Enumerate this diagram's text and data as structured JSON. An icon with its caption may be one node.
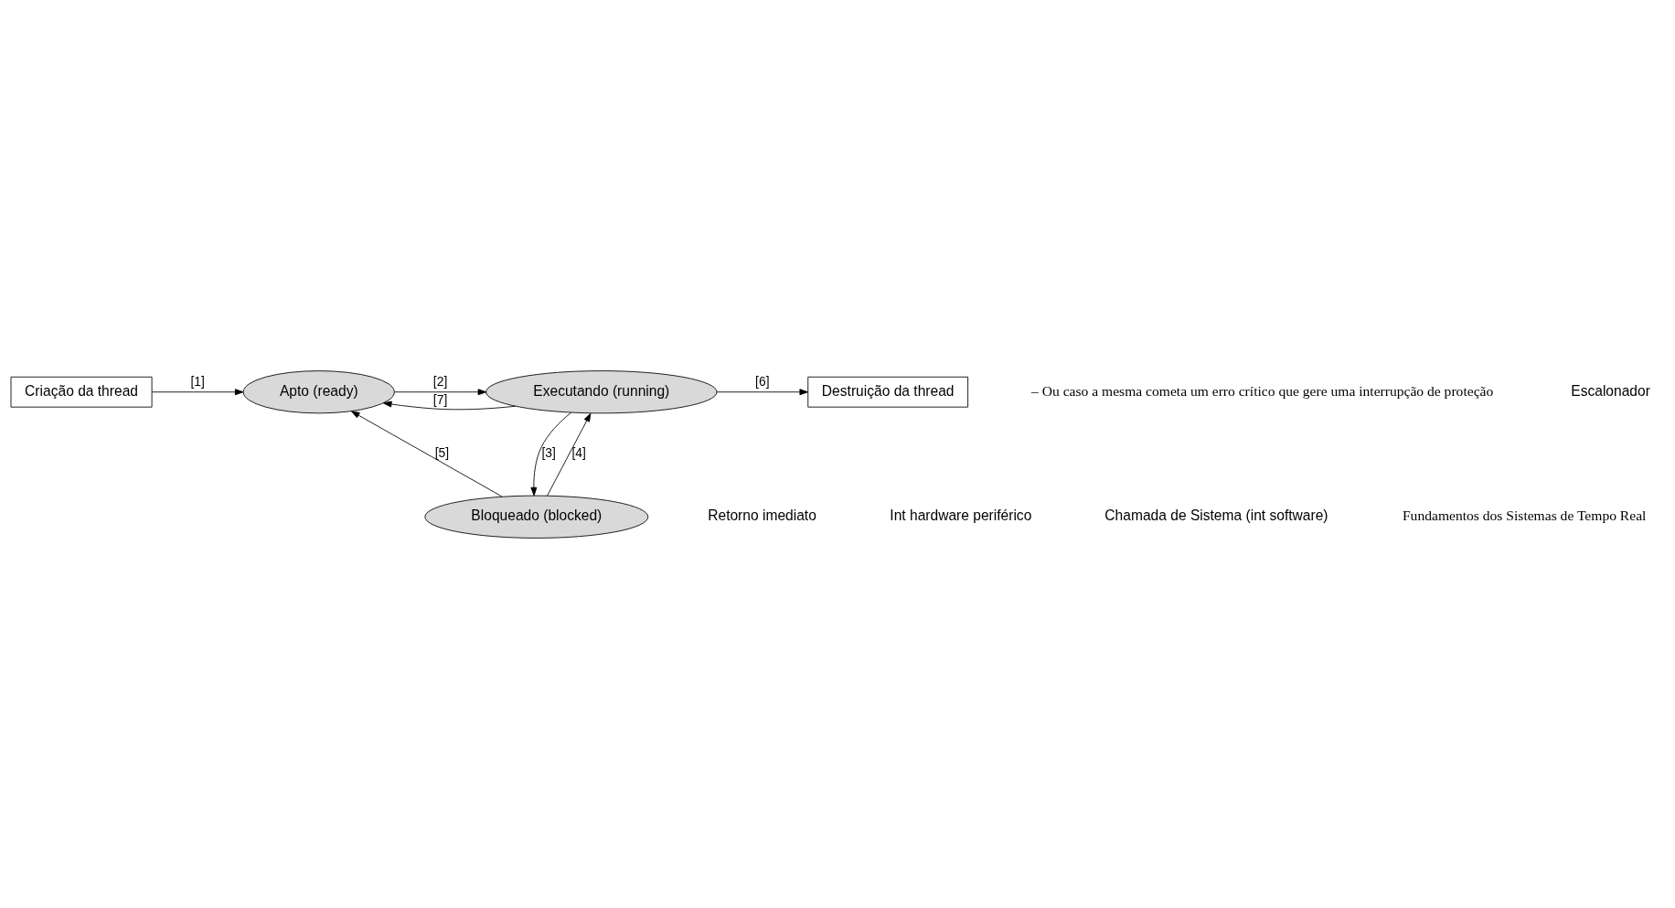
{
  "diagram": {
    "nodes": [
      {
        "text": [
          "Criação da thread"
        ]
      },
      {
        "text": [
          "Apto (ready)"
        ]
      },
      {
        "text": [
          "Executando (running)"
        ]
      },
      {
        "text": [
          "Destruição da thread"
        ]
      },
      {
        "text": [
          "Bloqueado (blocked)"
        ]
      }
    ],
    "edges": [
      {
        "from": 0,
        "to": 1,
        "arrow": "to",
        "label": "[1]"
      },
      {
        "from": 1,
        "to": 2,
        "arrow": "to",
        "label": "[2]"
      },
      {
        "from": 2,
        "to": 3,
        "arrow": "to",
        "label": "[6]"
      },
      {
        "from": 2,
        "to": 1,
        "arrow": "to",
        "label": "[7]"
      },
      {
        "from": 4,
        "to": 2,
        "arrow": "to",
        "label": "[4]"
      },
      {
        "from": 2,
        "to": 4,
        "arrow": "to",
        "label": "[3]"
      },
      {
        "from": 4,
        "to": 1,
        "arrow": "to",
        "label": "[5]"
      }
    ],
    "labels": [
      "– Ou caso a mesma cometa um erro crítico que gere uma interrupção de proteção",
      "Escalonador",
      "Retorno imediato",
      "Int hardware periférico",
      "Chamada de Sistema (int software)",
      "Fundamentos dos Sistemas de Tempo Real"
    ]
  }
}
